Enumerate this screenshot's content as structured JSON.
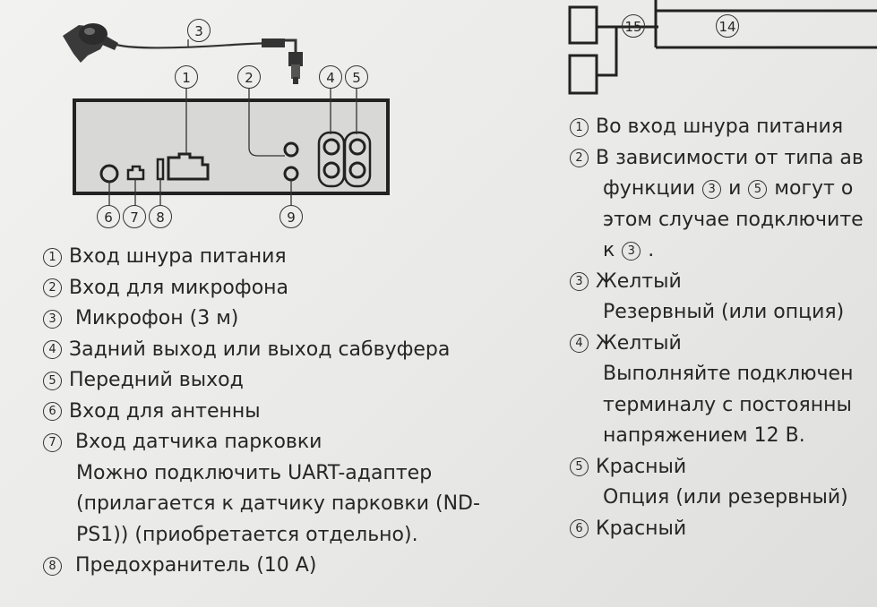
{
  "diagram": {
    "callouts": {
      "c1": "1",
      "c2": "2",
      "c3": "3",
      "c4": "4",
      "c5": "5",
      "c6": "6",
      "c7": "7",
      "c8": "8",
      "c9": "9",
      "c14": "14",
      "c15": "15"
    }
  },
  "left_list": [
    {
      "num": "1",
      "text": "Вход шнура питания"
    },
    {
      "num": "2",
      "text": "Вход для микрофона"
    },
    {
      "num": "3",
      "text": " Микрофон (3 м)"
    },
    {
      "num": "4",
      "text": "Задний выход или выход сабвуфера"
    },
    {
      "num": "5",
      "text": "Передний выход"
    },
    {
      "num": "6",
      "text": "Вход для антенны"
    },
    {
      "num": "7",
      "text": " Вход датчика парковки",
      "cont": [
        "Можно подключить UART-адаптер",
        "(прилагается к датчику парковки (ND-",
        "PS1)) (приобретается отдельно)."
      ]
    },
    {
      "num": "8",
      "text": " Предохранитель (10 А)"
    }
  ],
  "right_list": {
    "r1": {
      "num": "1",
      "text": "Во вход шнура питания"
    },
    "r2": {
      "num": "2",
      "text": "В зависимости от типа ав",
      "l2a": "функции",
      "l2n1": "3",
      "l2b": "и",
      "l2n2": "5",
      "l2c": "могут о",
      "l3": "этом случае подключите",
      "l4a": "к",
      "l4n": "3",
      "l4b": "."
    },
    "r3": {
      "num": "3",
      "text": "Желтый",
      "cont": "Резервный (или опция)"
    },
    "r4": {
      "num": "4",
      "text": "Желтый",
      "cont": [
        "Выполняйте подключен",
        "терминалу с постоянны",
        "напряжением 12 В."
      ]
    },
    "r5": {
      "num": "5",
      "text": "Красный",
      "cont": "Опция (или резервный)"
    },
    "r6": {
      "num": "6",
      "text": "Красный"
    }
  }
}
